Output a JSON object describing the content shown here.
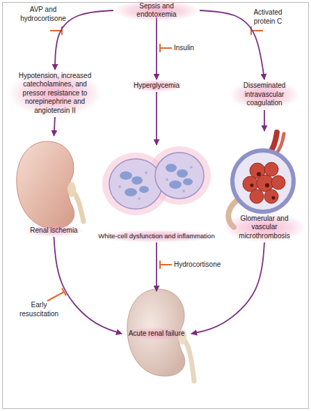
{
  "diagram": {
    "nodes": [
      {
        "text": [
          "Sepsis and endotoxemia"
        ]
      },
      {
        "text": [
          "Hypotension, increased catecholamines, and pressor resistance to norepinephrine and angiotensin II"
        ]
      },
      {
        "text": [
          "Hyperglycemia"
        ]
      },
      {
        "text": [
          "Disseminated intravascular coagulation"
        ]
      },
      {
        "text": [
          "Renal ischemia"
        ]
      },
      {
        "text": [
          "White-cell dysfunction and inflammation"
        ]
      },
      {
        "text": [
          "Glomerular and vascular microthrombosis"
        ]
      },
      {
        "text": [
          "Acute renal failure"
        ]
      }
    ],
    "edges": [
      {
        "from": 0,
        "to": 1,
        "arrow": "to"
      },
      {
        "from": 0,
        "to": 2,
        "arrow": "to"
      },
      {
        "from": 0,
        "to": 3,
        "arrow": "to"
      },
      {
        "from": 1,
        "to": 4,
        "arrow": "to"
      },
      {
        "from": 2,
        "to": 5,
        "arrow": "to"
      },
      {
        "from": 3,
        "to": 6,
        "arrow": "to"
      },
      {
        "from": 4,
        "to": 7,
        "arrow": "to"
      },
      {
        "from": 5,
        "to": 7,
        "arrow": "to"
      },
      {
        "from": 6,
        "to": 7,
        "arrow": "to"
      }
    ],
    "labels": [
      "AVP and hydrocortisone",
      "Activated protein C",
      "Insulin",
      "Hydrocortisone",
      "Early resuscitation"
    ]
  }
}
